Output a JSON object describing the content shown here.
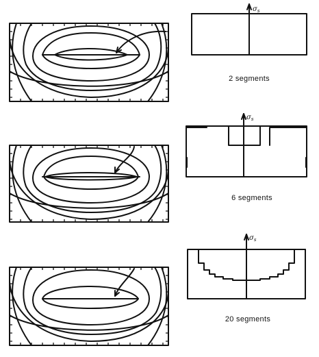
{
  "axis_label": {
    "symbol": "σ",
    "subscript": "s"
  },
  "colors": {
    "ink": "#111111",
    "background": "#ffffff"
  },
  "panels": [
    {
      "caption": "2 segments",
      "segments": 2
    },
    {
      "caption": "6 segments",
      "segments": 6
    },
    {
      "caption": "20 segments",
      "segments": 20
    }
  ]
}
